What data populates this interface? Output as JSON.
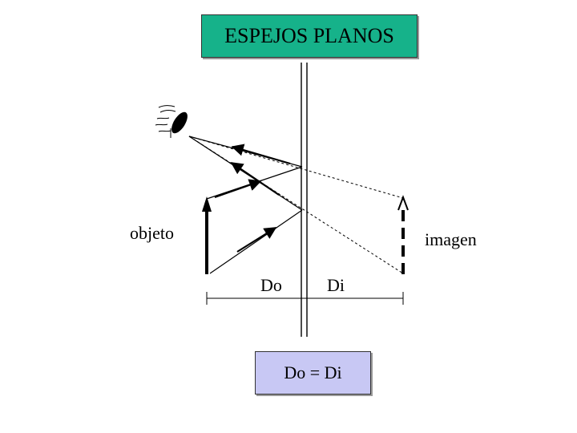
{
  "title": "ESPEJOS PLANOS",
  "labels": {
    "object": "objeto",
    "image": "imagen",
    "object_distance": "Do",
    "image_distance": "Di"
  },
  "equation": "Do = Di"
}
